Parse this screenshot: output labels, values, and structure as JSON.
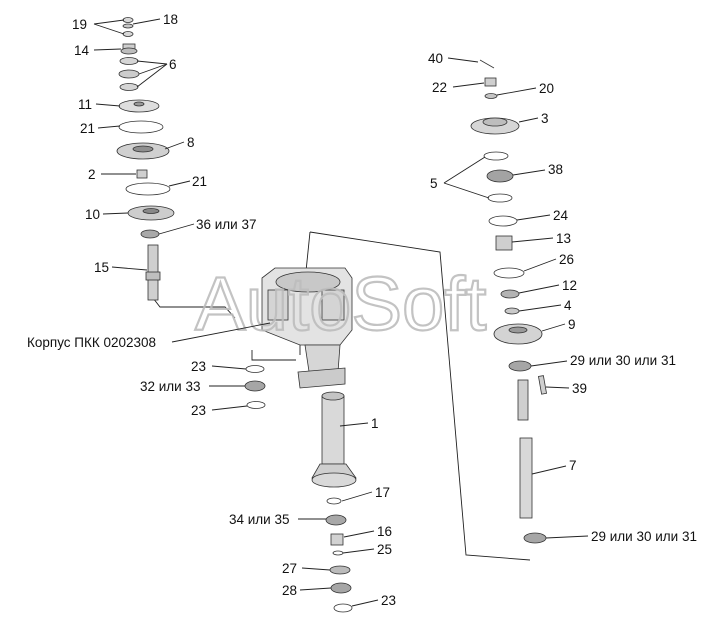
{
  "watermark": "AutoSoft",
  "labels": {
    "l19": "19",
    "l18": "18",
    "l14": "14",
    "l6": "6",
    "l11": "11",
    "l21a": "21",
    "l8": "8",
    "l2": "2",
    "l21b": "21",
    "l10": "10",
    "l36": "36 или 37",
    "l15": "15",
    "lhousing": "Корпус ПКК 0202308",
    "l23a": "23",
    "l32": "32 или 33",
    "l23b": "23",
    "l1": "1",
    "l17": "17",
    "l34": "34 или 35",
    "l16": "16",
    "l25": "25",
    "l27": "27",
    "l28": "28",
    "l23c": "23",
    "l40": "40",
    "l22": "22",
    "l20": "20",
    "l3": "3",
    "l38": "38",
    "l5": "5",
    "l24": "24",
    "l13": "13",
    "l26": "26",
    "l12": "12",
    "l4": "4",
    "l9": "9",
    "l29a": "29 или 30 или 31",
    "l39": "39",
    "l7": "7",
    "l29b": "29 или 30 или 31"
  }
}
